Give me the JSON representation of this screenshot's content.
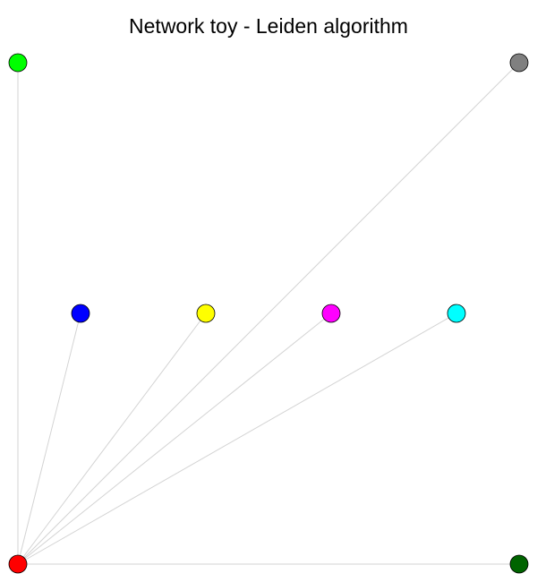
{
  "title": "Network toy - Leiden algorithm",
  "graph": {
    "nodes": [
      {
        "id": "n_lime",
        "color": "#00ff00"
      },
      {
        "id": "n_gray",
        "color": "#808080"
      },
      {
        "id": "n_blue",
        "color": "#0000ff"
      },
      {
        "id": "n_yellow",
        "color": "#ffff00"
      },
      {
        "id": "n_magenta",
        "color": "#ff00ff"
      },
      {
        "id": "n_cyan",
        "color": "#00ffff"
      },
      {
        "id": "n_red",
        "color": "#ff0000"
      },
      {
        "id": "n_darkgreen",
        "color": "#006400"
      }
    ],
    "edges": [
      {
        "source": "n_red",
        "target": "n_lime"
      },
      {
        "source": "n_red",
        "target": "n_gray"
      },
      {
        "source": "n_red",
        "target": "n_blue"
      },
      {
        "source": "n_red",
        "target": "n_yellow"
      },
      {
        "source": "n_red",
        "target": "n_magenta"
      },
      {
        "source": "n_red",
        "target": "n_cyan"
      },
      {
        "source": "n_red",
        "target": "n_darkgreen"
      }
    ],
    "edge_color": "#d3d3d3"
  }
}
